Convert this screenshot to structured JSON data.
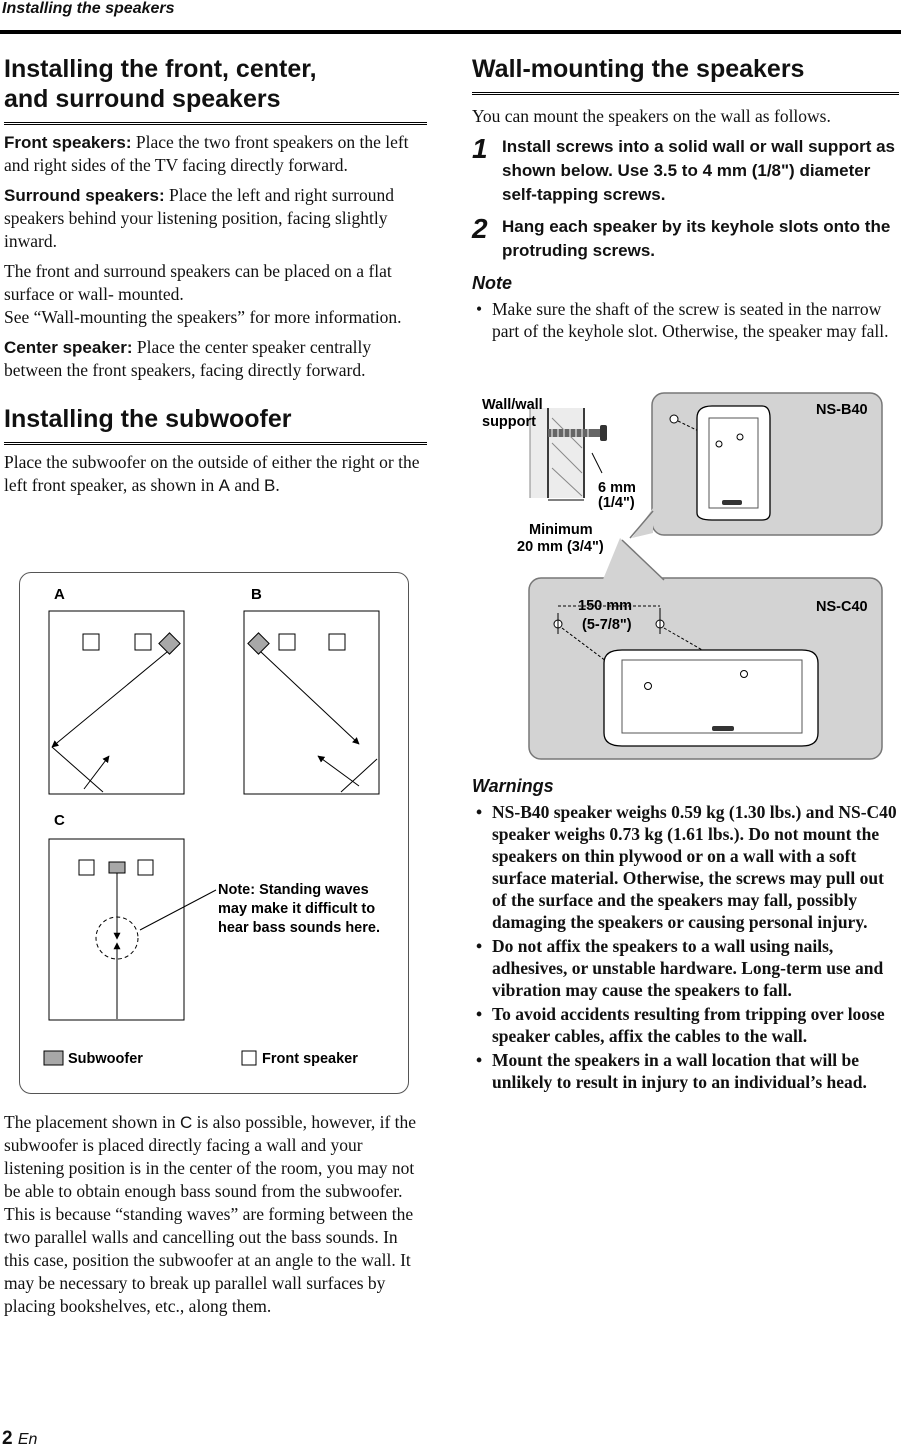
{
  "header": {
    "running_title": "Installing the speakers"
  },
  "left": {
    "h1_line1": "Installing the front, center,",
    "h1_line2": "and surround speakers",
    "front_label": "Front speakers:",
    "front_text": " Place the two front speakers on the left and right sides of the TV facing directly forward.",
    "surround_label": "Surround speakers:",
    "surround_text": " Place the left and right surround speakers behind your listening position, facing slightly inward.",
    "para_flat": "The front and surround speakers can be placed on a flat surface or wall- mounted.",
    "para_see": "See “Wall-mounting the speakers” for more information.",
    "center_label": "Center speaker:",
    "center_text": " Place the center speaker centrally between the front speakers, facing directly forward.",
    "h2": "Installing the subwoofer",
    "sub_pre": "Place the subwoofer on the outside of either the right or the left front speaker, as shown in ",
    "sub_a": "A",
    "sub_and": " and ",
    "sub_b": "B",
    "sub_end": ".",
    "bottom_pre": "The placement shown in ",
    "bottom_c": "C",
    "bottom_rest": " is also possible, however, if the subwoofer is placed directly facing a wall and your listening position is in the center of the room, you may not be able to obtain enough bass sound from the subwoofer. This is because “standing waves” are forming between the two parallel walls and cancelling out the bass sounds. In this case, position the subwoofer at an angle to the wall. It may be necessary to break up parallel wall surfaces by placing bookshelves, etc., along them."
  },
  "figure_placement": {
    "label_a": "A",
    "label_b": "B",
    "label_c": "C",
    "note_line1": "Note: Standing waves",
    "note_line2": "may make it difficult to",
    "note_line3": "hear bass sounds here.",
    "legend_subwoofer": "Subwoofer",
    "legend_front": "Front speaker",
    "subwoofer_color": "#a8a8a8"
  },
  "right": {
    "h1": "Wall-mounting the speakers",
    "intro": "You can mount the speakers on the wall as follows.",
    "step1_num": "1",
    "step1_text": "Install screws into a solid wall or wall support as shown below. Use 3.5 to 4 mm (1/8\") diameter self-tapping screws.",
    "step2_num": "2",
    "step2_text": "Hang each speaker by its keyhole slots onto the protruding screws.",
    "note_heading": "Note",
    "note_items": [
      "Make sure the shaft of the screw is seated in the narrow part of the keyhole slot. Otherwise, the speaker may fall."
    ],
    "warnings_heading": "Warnings",
    "warning_items": [
      "NS-B40 speaker weighs 0.59 kg (1.30 lbs.) and NS-C40 speaker weighs 0.73 kg (1.61 lbs.). Do not mount the speakers on thin plywood or on a wall with a soft surface material. Otherwise, the screws may pull out of the surface and the speakers may fall, possibly damaging the speakers or causing personal injury.",
      "Do not affix the speakers to a wall using nails, adhesives, or unstable hardware. Long-term use and vibration may cause the speakers to fall.",
      "To avoid accidents resulting from tripping over loose speaker cables, affix the cables to the wall.",
      "Mount the speakers in a wall location that will be unlikely to result in injury to an individual’s head."
    ]
  },
  "figure_wall": {
    "wall_label_1": "Wall/wall",
    "wall_label_2": "support",
    "screw_len_1": "6 mm",
    "screw_len_2": "(1/4\")",
    "min_1": "Minimum",
    "min_2": "20 mm (3/4\")",
    "model_b40": "NS-B40",
    "spacing_1": "150 mm",
    "spacing_2": "(5-7/8\")",
    "model_c40": "NS-C40",
    "panel_color": "#d3d3d3"
  },
  "footer": {
    "page_number": "2",
    "lang": "En"
  }
}
